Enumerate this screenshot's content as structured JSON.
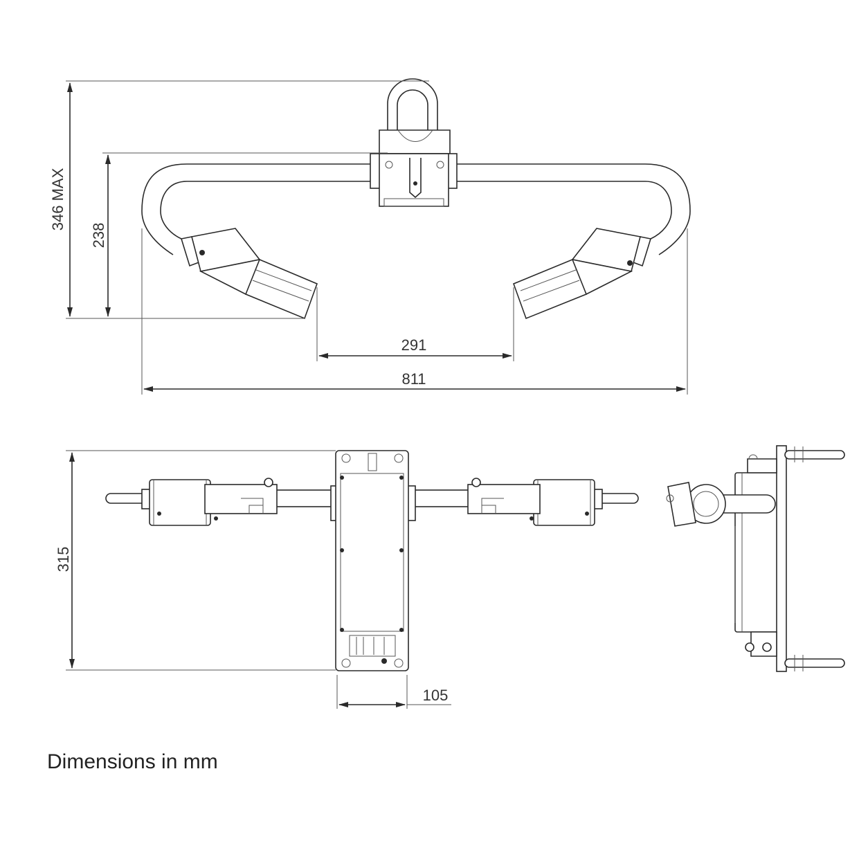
{
  "dimensions": {
    "total_height_label": "346 MAX",
    "arm_height_label": "238",
    "inner_gap_label": "291",
    "overall_width_label": "811",
    "plan_depth_label": "315",
    "box_width_label": "105"
  },
  "caption": "Dimensions in mm",
  "colors": {
    "line": "#2a2a2a",
    "text": "#333333",
    "background": "#ffffff"
  }
}
